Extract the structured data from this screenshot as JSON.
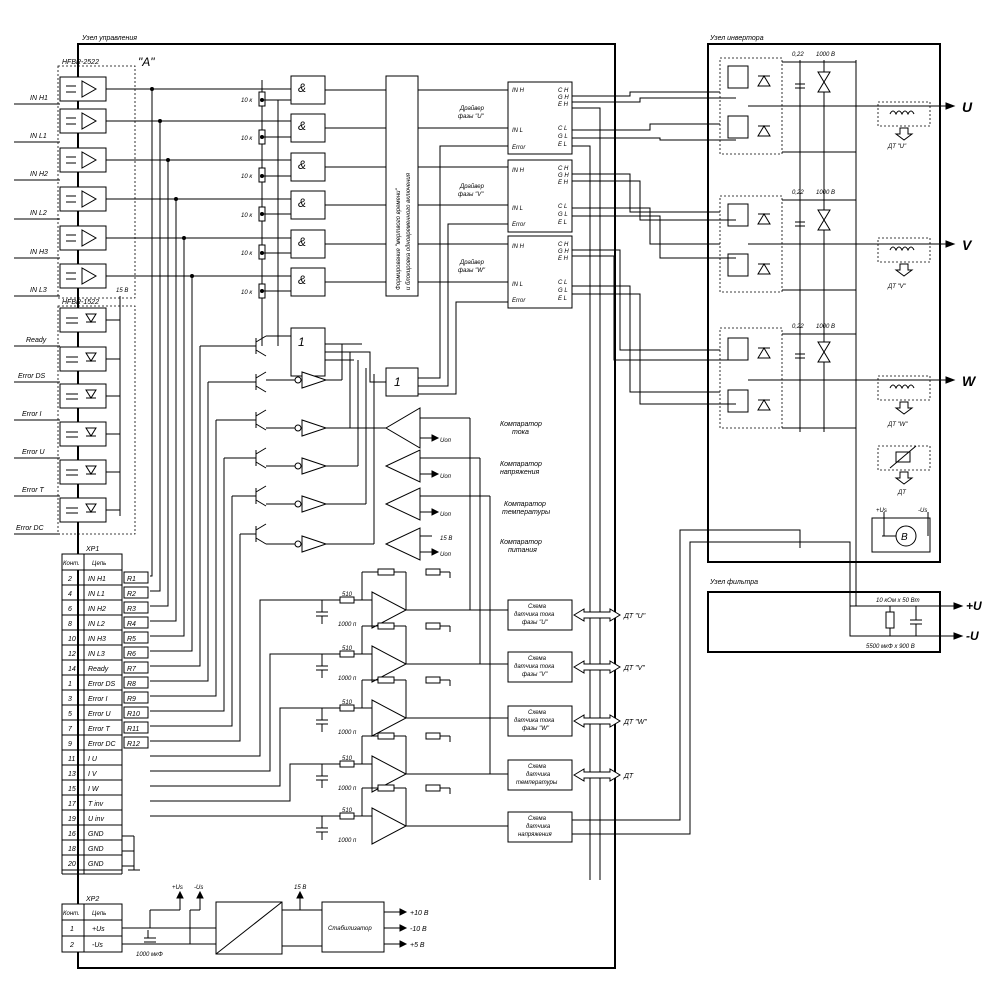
{
  "control_unit": {
    "title": "Узел управления",
    "module_label": "\"А\"",
    "opto_tx": "HFBR-2522",
    "opto_rx": "HFBR-1522",
    "supply_15": "15 В",
    "inputs": [
      "IN H1",
      "IN L1",
      "IN H2",
      "IN L2",
      "IN H3",
      "IN L3"
    ],
    "status": [
      "Ready",
      "Error DS",
      "Error I",
      "Error U",
      "Error T",
      "Error DC"
    ],
    "resistor_10k": "10 к",
    "and_symbol": "&",
    "or_symbol": "1",
    "deadtime_block_line1": "Формирование \"мертвого времени\"",
    "deadtime_block_line2": "и блокировка одновременного включения",
    "drivers": [
      {
        "name_line1": "Драйвер",
        "name_line2": "фазы \"U\""
      },
      {
        "name_line1": "Драйвер",
        "name_line2": "фазы \"V\""
      },
      {
        "name_line1": "Драйвер",
        "name_line2": "фазы \"W\""
      }
    ],
    "driver_pins_left": [
      "IN H",
      "IN L",
      "Error"
    ],
    "driver_pins_right": [
      "C H",
      "G H",
      "E H",
      "C L",
      "G L",
      "E L"
    ],
    "comparators": [
      {
        "name_line1": "Компаратор",
        "name_line2": "тока",
        "ref": "Uоп"
      },
      {
        "name_line1": "Компаратор",
        "name_line2": "напряжения",
        "ref": "Uоп"
      },
      {
        "name_line1": "Компаратор",
        "name_line2": "температуры",
        "ref": "Uоп"
      },
      {
        "name_line1": "Компаратор",
        "name_line2": "питания",
        "ref": "15 В"
      }
    ],
    "amp_resistor": "510",
    "amp_capacitor": "1000 п",
    "sensor_circuits": [
      {
        "line1": "Схема",
        "line2": "датчика тока",
        "line3": "фазы \"U\"",
        "out": "ДТ \"U\""
      },
      {
        "line1": "Схема",
        "line2": "датчика тока",
        "line3": "фазы \"V\"",
        "out": "ДТ \"V\""
      },
      {
        "line1": "Схема",
        "line2": "датчика тока",
        "line3": "фазы \"W\"",
        "out": "ДТ \"W\""
      },
      {
        "line1": "Схема",
        "line2": "датчика",
        "line3": "температуры",
        "out": "ДТ"
      },
      {
        "line1": "Схема",
        "line2": "датчика",
        "line3": "напряжения",
        "out": ""
      }
    ]
  },
  "xp1": {
    "title": "XP1",
    "col1": "Конт.",
    "col2": "Цепь",
    "rows": [
      [
        "2",
        "IN H1",
        "R1"
      ],
      [
        "4",
        "IN L1",
        "R2"
      ],
      [
        "6",
        "IN H2",
        "R3"
      ],
      [
        "8",
        "IN L2",
        "R4"
      ],
      [
        "10",
        "IN H3",
        "R5"
      ],
      [
        "12",
        "IN L3",
        "R6"
      ],
      [
        "14",
        "Ready",
        "R7"
      ],
      [
        "1",
        "Error DS",
        "R8"
      ],
      [
        "3",
        "Error I",
        "R9"
      ],
      [
        "5",
        "Error U",
        "R10"
      ],
      [
        "7",
        "Error T",
        "R11"
      ],
      [
        "9",
        "Error DC",
        "R12"
      ],
      [
        "11",
        "I U",
        ""
      ],
      [
        "13",
        "I V",
        ""
      ],
      [
        "15",
        "I W",
        ""
      ],
      [
        "17",
        "T inv",
        ""
      ],
      [
        "19",
        "U inv",
        ""
      ],
      [
        "16",
        "GND",
        ""
      ],
      [
        "18",
        "GND",
        ""
      ],
      [
        "20",
        "GND",
        ""
      ]
    ]
  },
  "xp2": {
    "title": "XP2",
    "col1": "Конт.",
    "col2": "Цепь",
    "rows": [
      [
        "1",
        "+Us"
      ],
      [
        "2",
        "-Us"
      ]
    ]
  },
  "power": {
    "plus_us": "+Us",
    "minus_us": "-Us",
    "v15": "15 В",
    "cap": "1000 мкФ",
    "stabilizer": "Стабилизатор",
    "outputs": [
      "+10 В",
      "-10 В",
      "+5 В"
    ]
  },
  "inverter": {
    "title": "Узел инвертора",
    "cap1": "0,22",
    "cap2": "1000 В",
    "phases": [
      "U",
      "V",
      "W"
    ],
    "sensors": [
      "ДТ \"U\"",
      "ДТ \"V\"",
      "ДТ \"W\""
    ],
    "temp_sensor": "ДТ",
    "fan_plus": "+Us",
    "fan_minus": "-Us",
    "fan": "В"
  },
  "filter": {
    "title": "Узел фильтра",
    "resistor": "10 кОм х 50 Вт",
    "capacitor": "5500 мкФ х 900 В",
    "plus": "+U",
    "minus": "-U"
  }
}
